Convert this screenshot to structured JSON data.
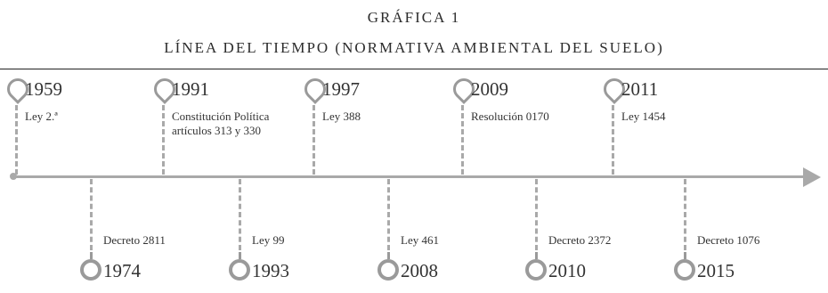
{
  "figure": {
    "title": "GRÁFICA 1",
    "subtitle": "LÍNEA DEL TIEMPO (NORMATIVA AMBIENTAL DEL SUELO)"
  },
  "timeline": {
    "top_events": [
      {
        "year": "1959",
        "label": "Ley 2.ª"
      },
      {
        "year": "1991",
        "label": "Constitución Política artículos 313 y 330"
      },
      {
        "year": "1997",
        "label": "Ley 388"
      },
      {
        "year": "2009",
        "label": "Resolución 0170"
      },
      {
        "year": "2011",
        "label": "Ley 1454"
      }
    ],
    "bottom_events": [
      {
        "year": "1974",
        "label": "Decreto 2811"
      },
      {
        "year": "1993",
        "label": "Ley 99"
      },
      {
        "year": "2008",
        "label": "Ley 461"
      },
      {
        "year": "2010",
        "label": "Decreto 2372"
      },
      {
        "year": "2015",
        "label": "Decreto 1076"
      }
    ]
  }
}
